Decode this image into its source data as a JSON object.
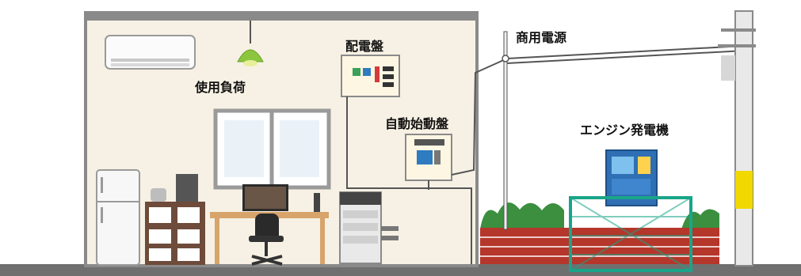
{
  "labels": {
    "load": "使用負荷",
    "switchboard": "配電盤",
    "auto_start_panel": "自動始動盤",
    "commercial_power": "商用電源",
    "engine_generator": "エンジン発電機"
  },
  "colors": {
    "room_wall": "#f6f1e4",
    "room_frame": "#8a8a8a",
    "ground": "#6f6f6f",
    "brick": "#b5362a",
    "hedge": "#3b8f3f",
    "generator_body": "#2f6fb4",
    "fence": "#19a58a",
    "lamp": "#8cc63f",
    "pole": "#e9e9e9",
    "pole_band": "#f0d800"
  }
}
